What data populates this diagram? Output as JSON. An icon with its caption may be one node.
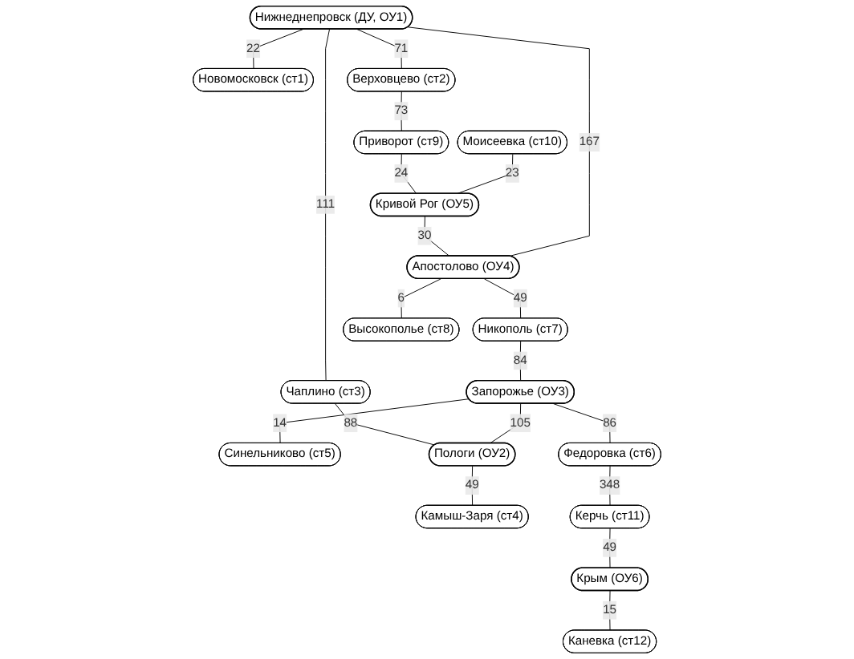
{
  "diagram": {
    "nodes": [
      {
        "text": [
          "Новомосковск (ст1)"
        ]
      },
      {
        "text": [
          "Нижнеднепровск (ДУ, ОУ1)"
        ]
      },
      {
        "text": [
          "Верховцево (ст2)"
        ]
      },
      {
        "text": [
          "Приворот (ст9)"
        ]
      },
      {
        "text": [
          "Кривой Рог (ОУ5)"
        ]
      },
      {
        "text": [
          "Моисеевка (ст10)"
        ]
      },
      {
        "text": [
          "Синельниково (ст5)"
        ]
      },
      {
        "text": [
          "Запорожье (ОУ3)"
        ]
      },
      {
        "text": [
          "Апостолово (ОУ4)"
        ]
      },
      {
        "text": [
          "Никополь (ст7)"
        ]
      },
      {
        "text": [
          "Высокополье (ст8)"
        ]
      },
      {
        "text": [
          "Чаплино (ст3)"
        ]
      },
      {
        "text": [
          "Федоровка (ст6)"
        ]
      },
      {
        "text": [
          "Пологи (ОУ2)"
        ]
      },
      {
        "text": [
          "Камыш-Заря (ст4)"
        ]
      },
      {
        "text": [
          "Керчь (ст11)"
        ]
      },
      {
        "text": [
          "Крым (ОУ6)"
        ]
      },
      {
        "text": [
          "Каневка (ст12)"
        ]
      }
    ],
    "edges": [
      {
        "from": 1,
        "to": 0,
        "arrow": "none",
        "label": "22"
      },
      {
        "from": 1,
        "to": 2,
        "arrow": "none",
        "label": "71"
      },
      {
        "from": 2,
        "to": 3,
        "arrow": "none",
        "label": "73"
      },
      {
        "from": 3,
        "to": 4,
        "arrow": "none",
        "label": "24"
      },
      {
        "from": 5,
        "to": 4,
        "arrow": "none",
        "label": "23"
      },
      {
        "from": 4,
        "to": 8,
        "arrow": "none",
        "label": "30"
      },
      {
        "from": 1,
        "to": 8,
        "arrow": "none",
        "label": "167"
      },
      {
        "from": 8,
        "to": 10,
        "arrow": "none",
        "label": "6"
      },
      {
        "from": 8,
        "to": 9,
        "arrow": "none",
        "label": "49"
      },
      {
        "from": 9,
        "to": 7,
        "arrow": "none",
        "label": "84"
      },
      {
        "from": 7,
        "to": 6,
        "arrow": "none",
        "label": "14"
      },
      {
        "from": 1,
        "to": 11,
        "arrow": "none",
        "label": "111"
      },
      {
        "from": 11,
        "to": 13,
        "arrow": "none",
        "label": "88"
      },
      {
        "from": 7,
        "to": 13,
        "arrow": "none",
        "label": "105"
      },
      {
        "from": 7,
        "to": 12,
        "arrow": "none",
        "label": "86"
      },
      {
        "from": 12,
        "to": 15,
        "arrow": "none",
        "label": "348"
      },
      {
        "from": 15,
        "to": 16,
        "arrow": "none",
        "label": "49"
      },
      {
        "from": 16,
        "to": 17,
        "arrow": "none",
        "label": "15"
      },
      {
        "from": 13,
        "to": 14,
        "arrow": "none",
        "label": "49"
      }
    ]
  }
}
